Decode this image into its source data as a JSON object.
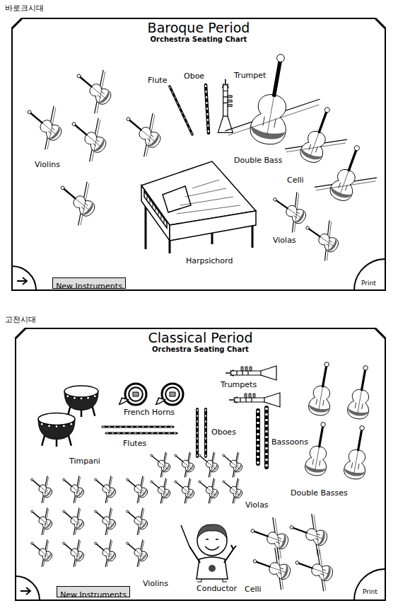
{
  "diagram": {
    "nodes": [
      {
        "text": [
          "Baroque Period",
          "Orchestra Seating Chart"
        ]
      },
      {
        "text": [
          "New Instruments"
        ],
        "in": 0
      },
      {
        "text": [
          "Classical Period",
          "Orchestra Seating Chart"
        ]
      },
      {
        "text": [
          "New Instruments"
        ],
        "in": 2
      }
    ],
    "labels": [
      "바로크시대",
      "Flute",
      "Oboe",
      "Trumpet",
      "Violins",
      "Double Bass",
      "Celli",
      "Violas",
      "Harpsichord",
      "Print",
      "고전시대",
      "French Horns",
      "Trumpets",
      "Flutes",
      "Oboes",
      "Bassoons",
      "Timpani",
      "Double Basses",
      "Violas",
      "Violins",
      "Conductor",
      "Celli",
      "Print"
    ]
  }
}
